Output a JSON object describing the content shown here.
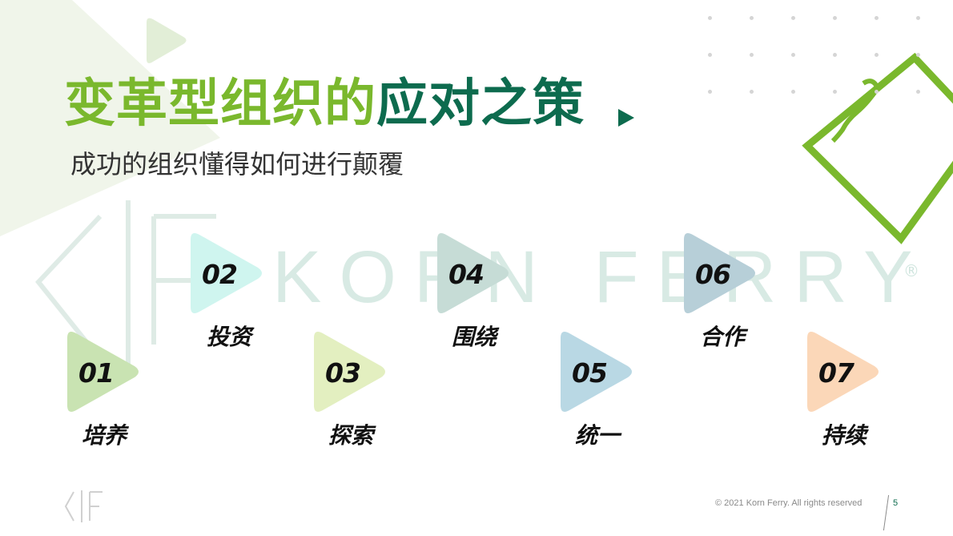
{
  "slide": {
    "title_part1": "变革型组织的",
    "title_part2": "应对之策",
    "subtitle": "成功的组织懂得如何进行颠覆",
    "watermark_text": "KORN FERRY",
    "watermark_mark": "®",
    "colors": {
      "green": "#7ab82d",
      "dark_green": "#0d6b4e"
    }
  },
  "steps": [
    {
      "num": "01",
      "label": "培养",
      "color": "#c9e3b2"
    },
    {
      "num": "02",
      "label": "投资",
      "color": "#cff5ef"
    },
    {
      "num": "03",
      "label": "探索",
      "color": "#e3efc0"
    },
    {
      "num": "04",
      "label": "围绕",
      "color": "#c6dcd6"
    },
    {
      "num": "05",
      "label": "统一",
      "color": "#b9d8e4"
    },
    {
      "num": "06",
      "label": "合作",
      "color": "#b7cfd8"
    },
    {
      "num": "07",
      "label": "持续",
      "color": "#fbd7b8"
    }
  ],
  "footer": {
    "copyright": "© 2021 Korn Ferry. All rights reserved",
    "page": "5"
  }
}
